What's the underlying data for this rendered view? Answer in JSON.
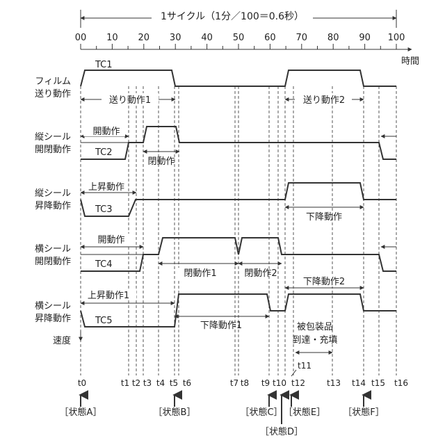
{
  "title": "1サイクル（1分／100＝0.6秒）",
  "axis": {
    "ticks": [
      "00",
      "10",
      "20",
      "30",
      "40",
      "50",
      "60",
      "70",
      "80",
      "90",
      "100"
    ],
    "unit": "時間"
  },
  "rows": [
    {
      "label1": "フィルム",
      "label2": "送り動作",
      "tc": "TC1",
      "annotations": [
        "送り動作1",
        "送り動作2"
      ]
    },
    {
      "label1": "縦シール",
      "label2": "開閉動作",
      "tc": "TC2",
      "annotations": [
        "開動作",
        "閉動作"
      ]
    },
    {
      "label1": "縦シール",
      "label2": "昇降動作",
      "tc": "TC3",
      "annotations": [
        "上昇動作",
        "下降動作"
      ]
    },
    {
      "label1": "横シール",
      "label2": "開閉動作",
      "tc": "TC4",
      "annotations": [
        "開動作",
        "閉動作1",
        "閉動作2"
      ]
    },
    {
      "label1": "横シール",
      "label2": "昇降動作",
      "tc": "TC5",
      "annotations": [
        "上昇動作1",
        "下降動作1",
        "下降動作2"
      ]
    }
  ],
  "speed_label": "速度",
  "package_note": [
    "被包装品",
    "到達・充填"
  ],
  "t11_label": "t11",
  "time_labels": [
    "t0",
    "t1",
    "t2",
    "t3",
    "t4",
    "t5",
    "t6",
    "t7",
    "t8",
    "t9",
    "t10",
    "t12",
    "t13",
    "t14",
    "t15",
    "t16"
  ],
  "states": [
    "［状態A］",
    "［状態B］",
    "［状態C］",
    "［状態D］",
    "［状態E］",
    "［状態F］"
  ]
}
